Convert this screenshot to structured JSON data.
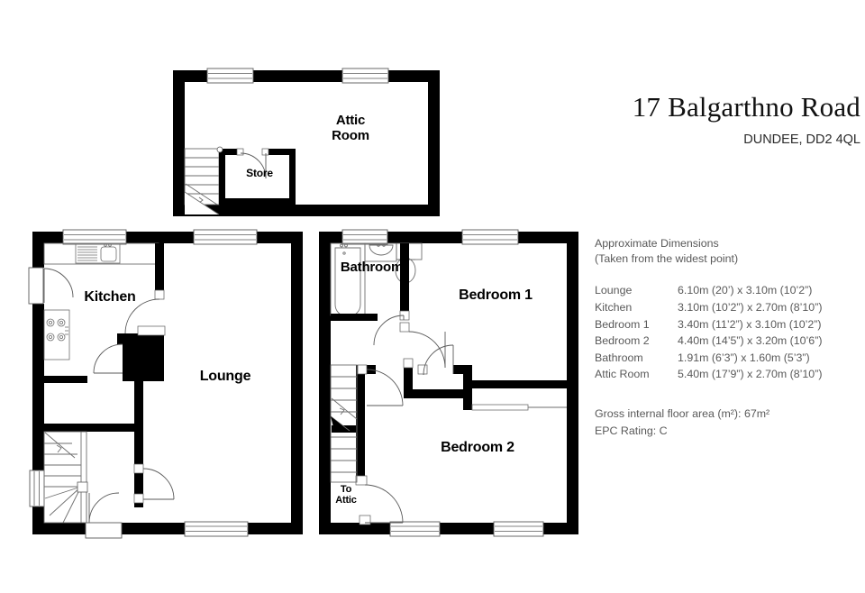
{
  "header": {
    "title": "17 Balgarthno Road",
    "subtitle": "DUNDEE, DD2 4QL"
  },
  "dimensions": {
    "heading": "Approximate Dimensions",
    "subheading": "(Taken from the widest point)",
    "rows": [
      {
        "room": "Lounge",
        "size": "6.10m (20’) x 3.10m (10’2”)"
      },
      {
        "room": "Kitchen",
        "size": "3.10m (10’2”) x 2.70m (8’10”)"
      },
      {
        "room": "Bedroom 1",
        "size": "3.40m (11’2”) x 3.10m (10’2”)"
      },
      {
        "room": "Bedroom 2",
        "size": "4.40m (14’5”) x 3.20m (10’6”)"
      },
      {
        "room": "Bathroom",
        "size": "1.91m (6’3”) x 1.60m (5’3”)"
      },
      {
        "room": "Attic Room",
        "size": "5.40m (17’9”) x 2.70m (8’10”)"
      }
    ]
  },
  "footer": {
    "floor_area": "Gross internal floor area (m²): 67m²",
    "epc": "EPC Rating: C"
  },
  "plans": {
    "attic": {
      "room_label": "Attic\nRoom",
      "store_label": "Store"
    },
    "ground": {
      "kitchen_label": "Kitchen",
      "lounge_label": "Lounge"
    },
    "first": {
      "bathroom_label": "Bathroom",
      "bedroom1_label": "Bedroom 1",
      "bedroom2_label": "Bedroom 2",
      "to_attic_label": "To\nAttic"
    }
  },
  "colors": {
    "wall": "#000000",
    "background": "#ffffff",
    "fixture_line": "#5a5a5a",
    "text_grey": "#595959",
    "text_black": "#000000"
  }
}
